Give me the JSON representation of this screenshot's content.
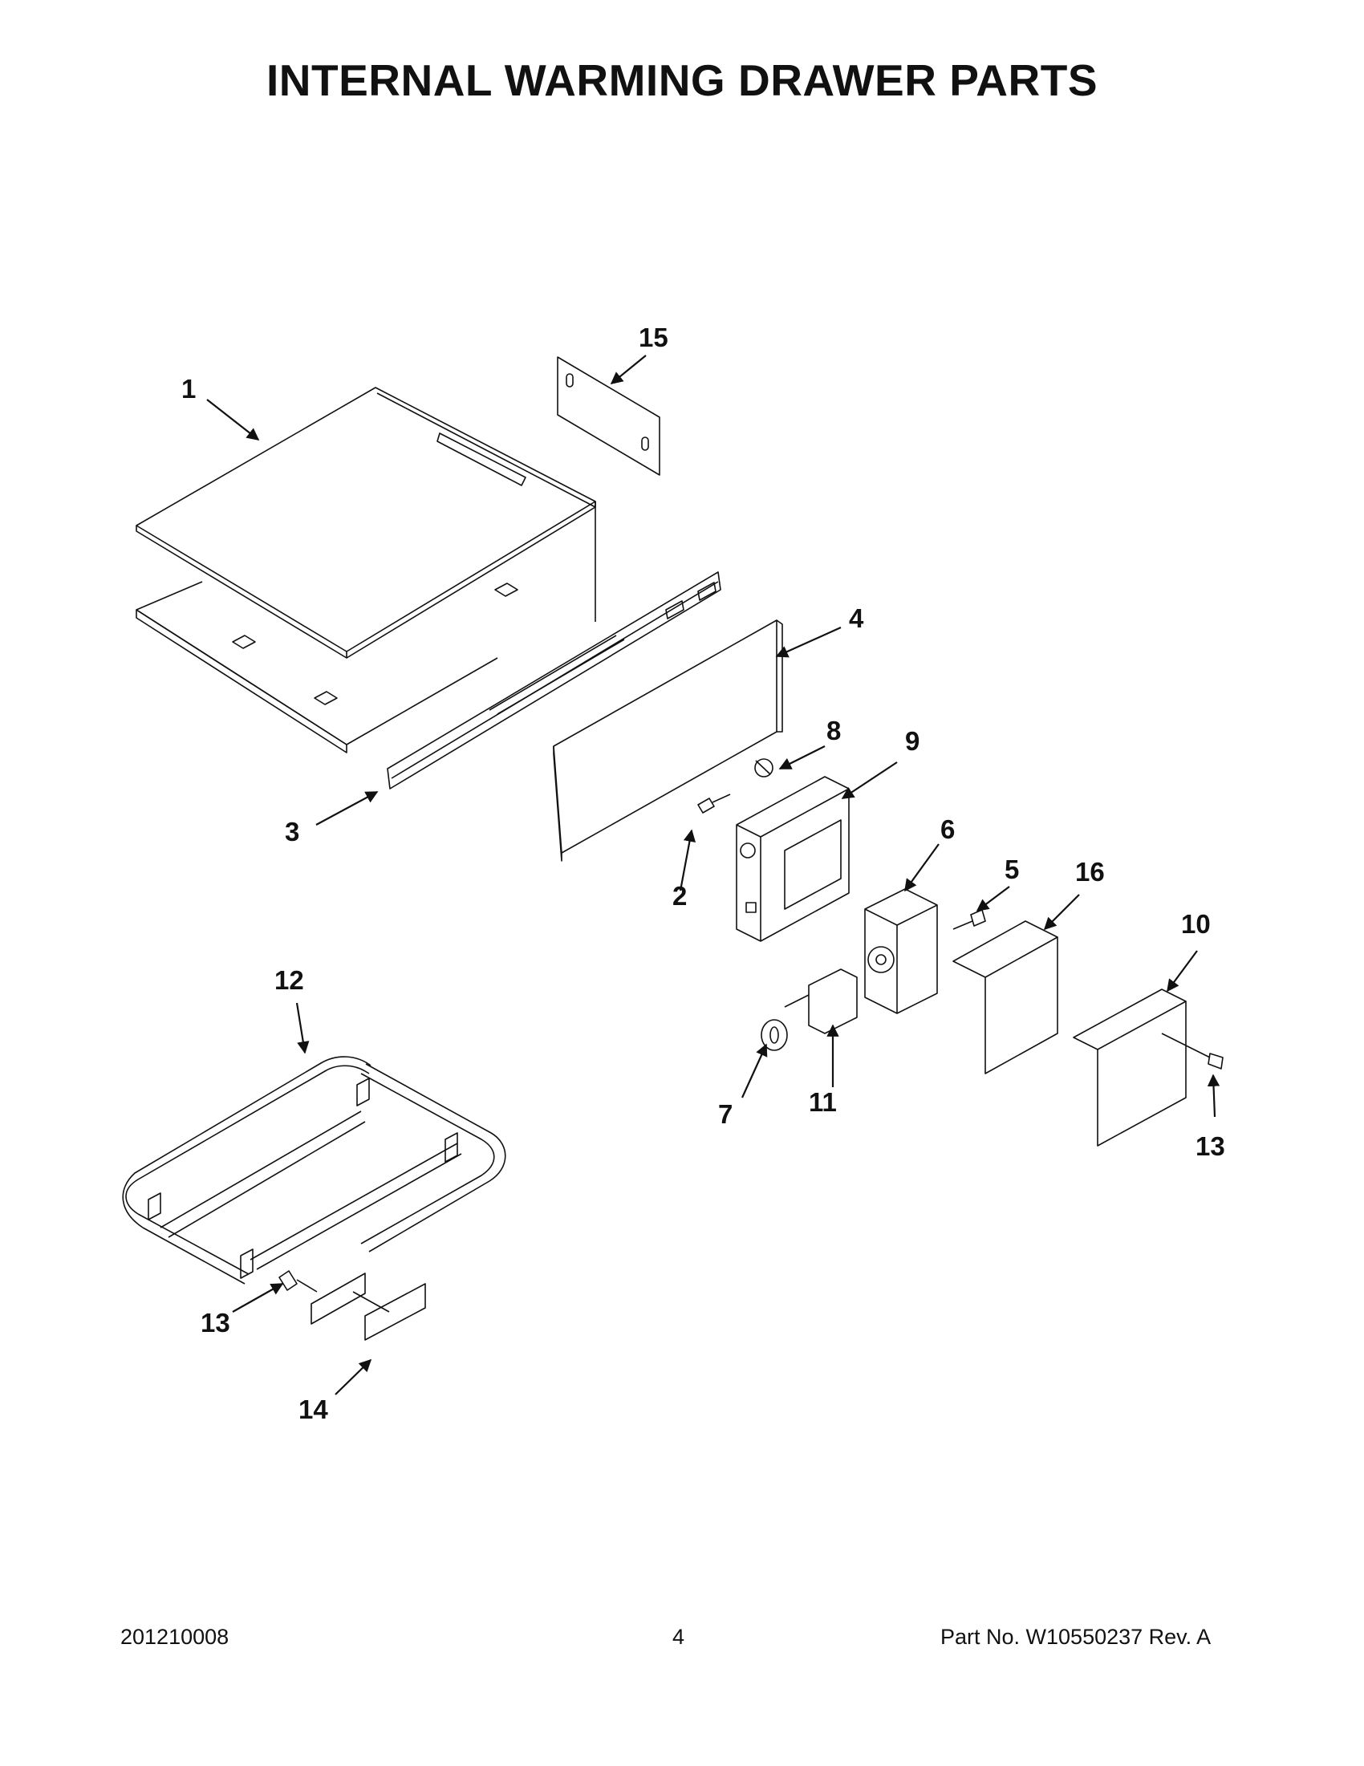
{
  "page": {
    "title": "INTERNAL WARMING DRAWER PARTS",
    "footer": {
      "date_code": "201210008",
      "page_number": "4",
      "part_no": "Part No.  W10550237  Rev.  A"
    }
  },
  "callouts": [
    "1",
    "2",
    "3",
    "4",
    "5",
    "6",
    "7",
    "8",
    "9",
    "10",
    "11",
    "12",
    "13",
    "13",
    "14",
    "15",
    "16"
  ]
}
